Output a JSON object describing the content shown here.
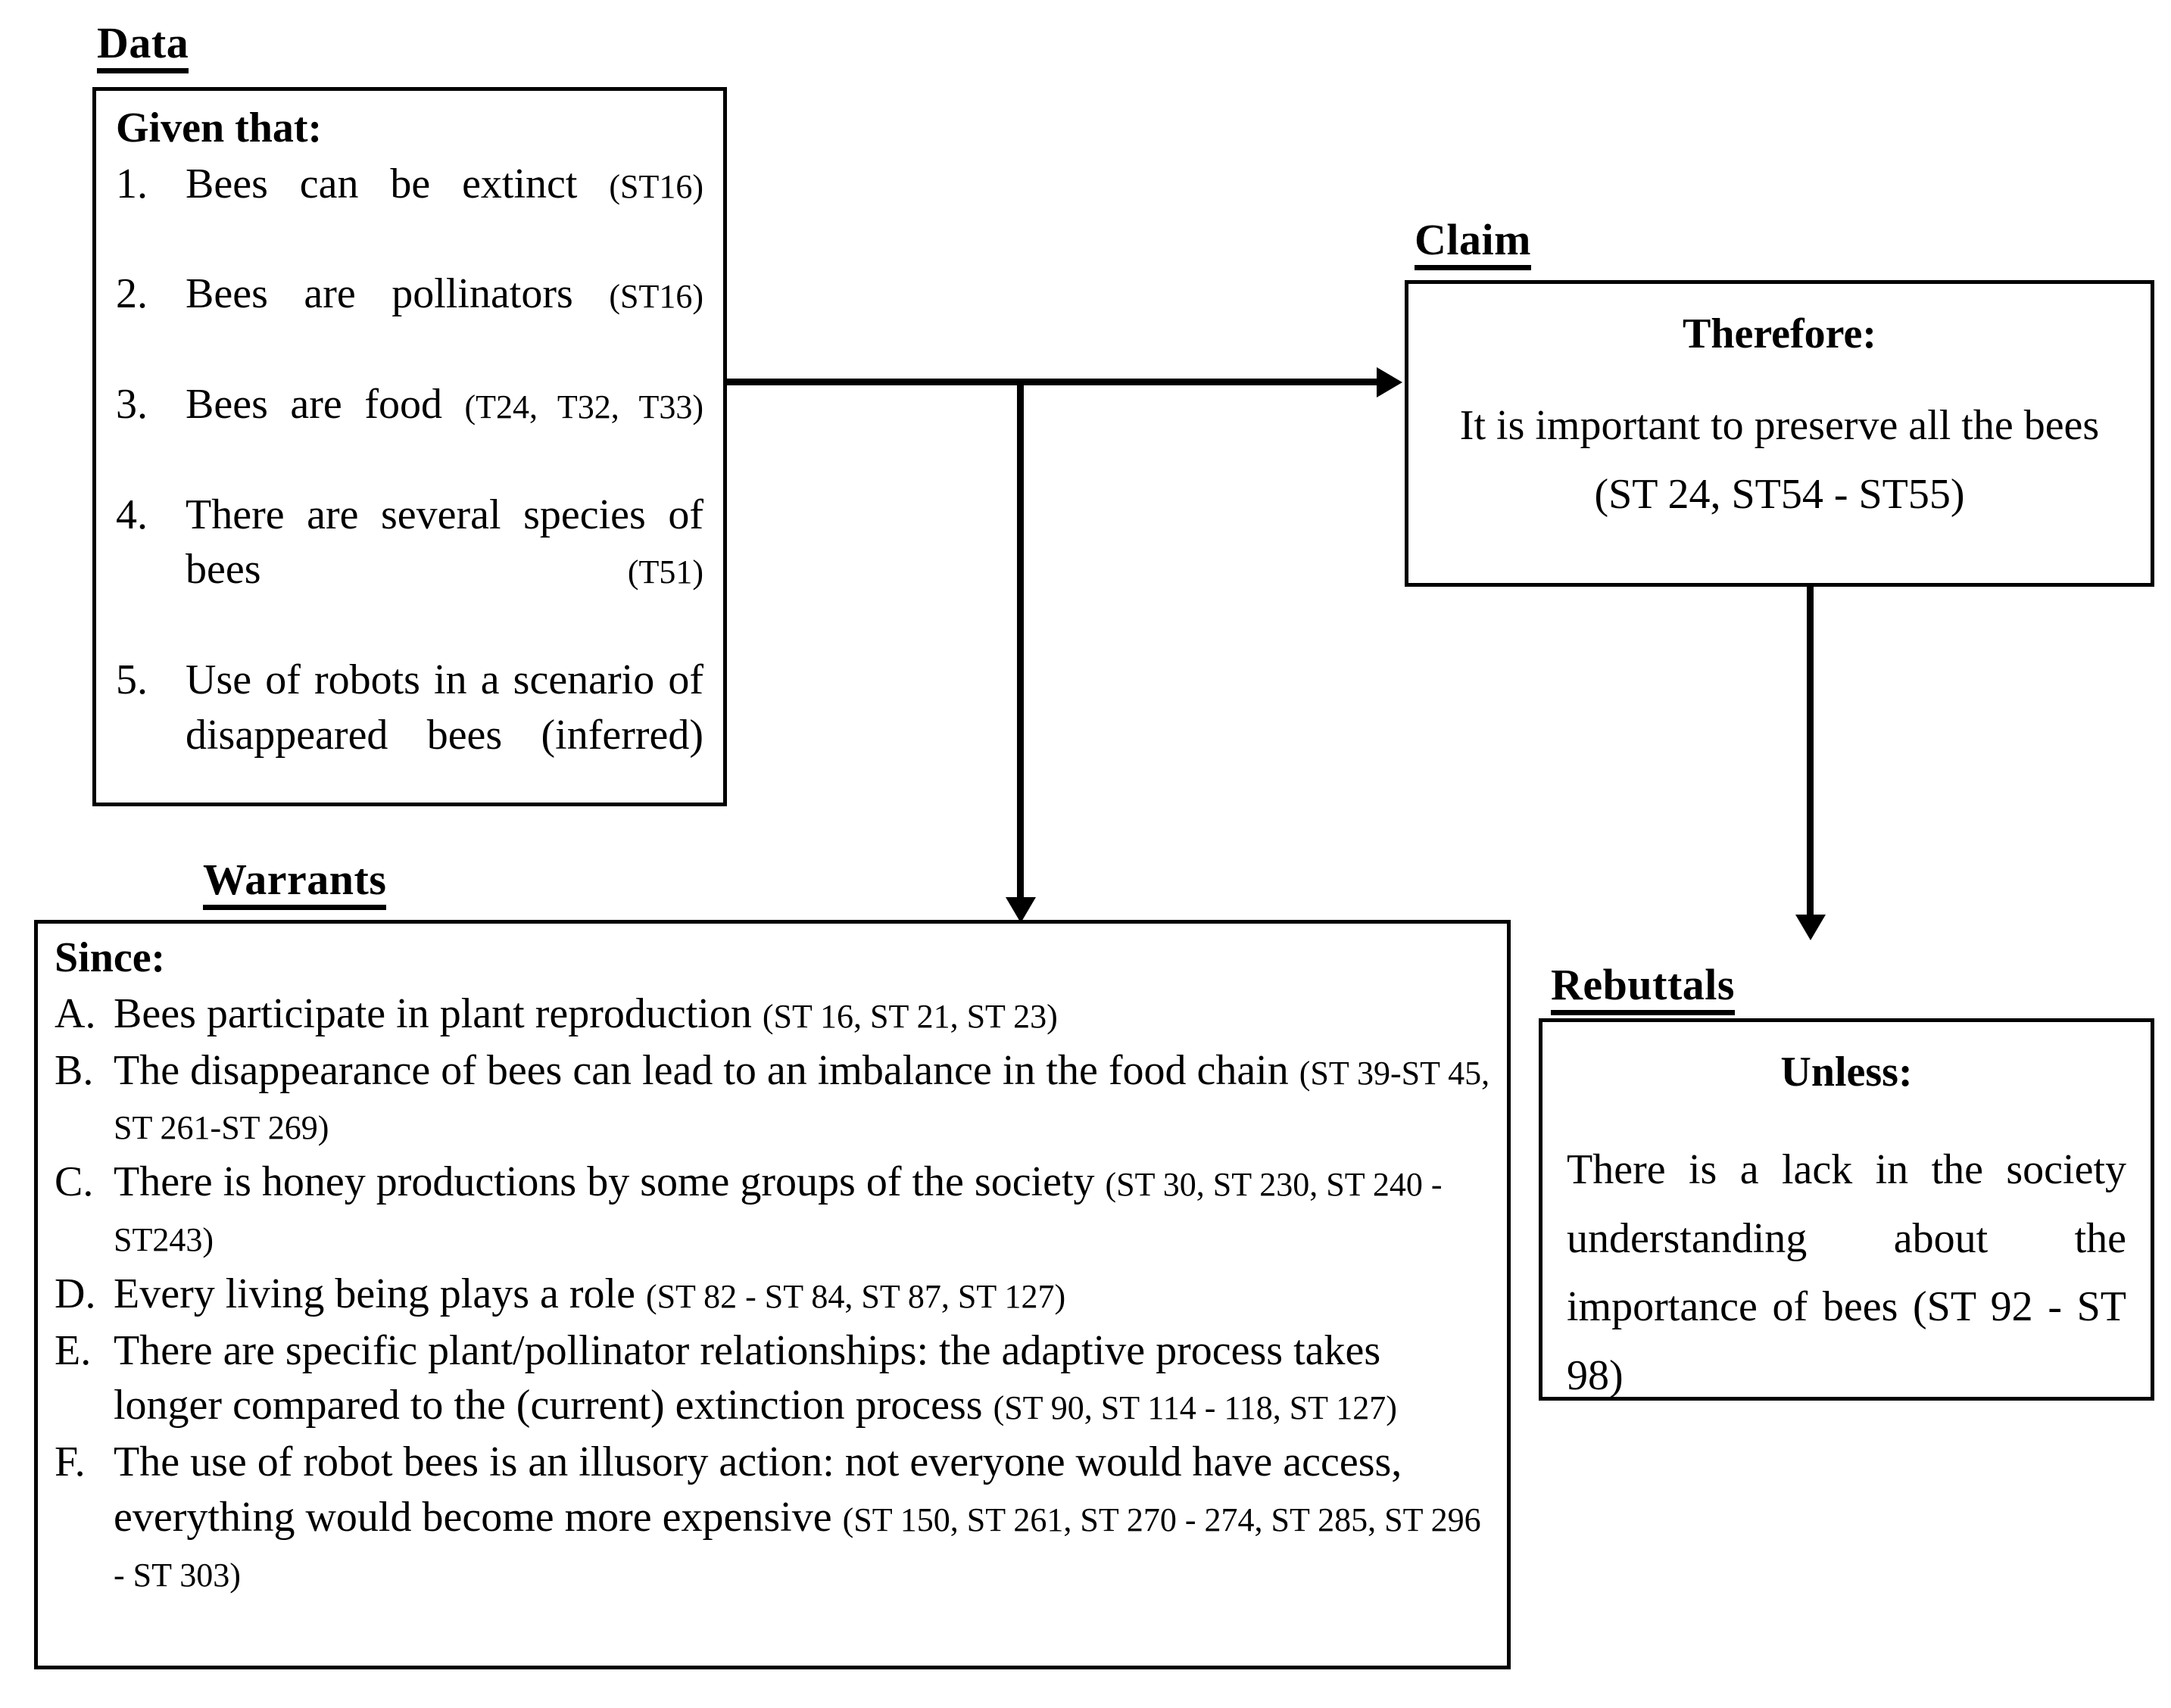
{
  "diagram": {
    "type": "toulmin-argument-model",
    "sections": {
      "data": {
        "caption": "Data",
        "lead": "Given that:",
        "items": [
          {
            "marker": "1.",
            "text": "Bees can be extinct ",
            "ref": "(ST16)"
          },
          {
            "marker": "2.",
            "text": "Bees are pollinators ",
            "ref": "(ST16)"
          },
          {
            "marker": "3.",
            "text": "Bees are food ",
            "ref": "(T24, T32, T33)"
          },
          {
            "marker": "4.",
            "text": "There are several species of bees ",
            "ref": "(T51)"
          },
          {
            "marker": "5.",
            "text": "Use of robots in a scenario of disappeared bees ",
            "ref": "(inferred)"
          }
        ]
      },
      "claim": {
        "caption": "Claim",
        "lead": "Therefore:",
        "text": "It is important to preserve all the bees (ST 24, ST54 - ST55)"
      },
      "warrants": {
        "caption": "Warrants",
        "lead": "Since:",
        "items": [
          {
            "marker": "A.",
            "text": "Bees participate in plant reproduction ",
            "ref": "(ST 16, ST 21, ST 23)"
          },
          {
            "marker": "B.",
            "text": "The disappearance of bees can lead to an imbalance in the food chain ",
            "ref": "(ST 39-ST 45, ST 261-ST 269)"
          },
          {
            "marker": "C.",
            "text": "There is honey productions by some groups of the society ",
            "ref": "(ST 30, ST 230, ST 240 - ST243)"
          },
          {
            "marker": "D.",
            "text": "Every living being plays a role ",
            "ref": "(ST 82 - ST 84, ST 87, ST 127)"
          },
          {
            "marker": "E.",
            "text": "There are specific plant/pollinator relationships: the adaptive process takes longer compared to the (current) extinction process ",
            "ref": "(ST 90, ST 114 - 118, ST 127)"
          },
          {
            "marker": "F.",
            "text": "The use of robot bees is an illusory action: not everyone would have access, everything would become more expensive ",
            "ref": "(ST 150, ST 261, ST 270 - 274, ST 285, ST 296 - ST 303)"
          }
        ]
      },
      "rebuttals": {
        "caption": "Rebuttals",
        "lead": "Unless:",
        "text": "There is a lack in the society understanding about the importance of bees (ST 92 - ST 98)"
      }
    },
    "connectors": [
      {
        "name": "data-to-claim",
        "from": "data",
        "to": "claim",
        "direction": "right"
      },
      {
        "name": "data-to-warrants",
        "from": "data",
        "to": "warrants",
        "direction": "down"
      },
      {
        "name": "claim-to-rebuttals",
        "from": "claim",
        "to": "rebuttals",
        "direction": "down"
      }
    ],
    "colors": {
      "line": "#000000",
      "background": "#ffffff",
      "text": "#000000"
    }
  }
}
